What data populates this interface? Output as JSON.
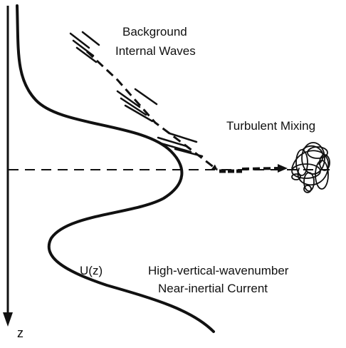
{
  "diagram": {
    "labels": {
      "background_line1": "Background",
      "background_line2": "Internal Waves",
      "turbulent_mixing": "Turbulent Mixing",
      "current_line1": "High-vertical-wavenumber",
      "current_line2": "Near-inertial Current",
      "profile": "U(z)",
      "axis_z": "z"
    },
    "colors": {
      "ink": "#111111",
      "background": "#ffffff"
    }
  }
}
